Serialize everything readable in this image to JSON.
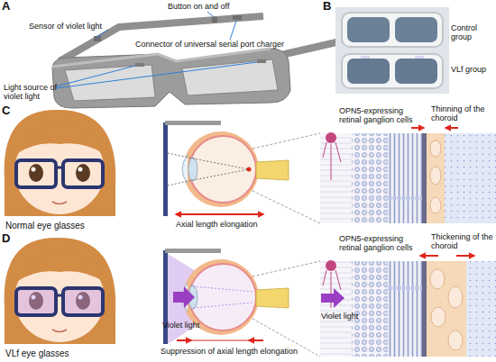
{
  "diagram": {
    "labels": [
      "A",
      "Button on and off",
      "Sensor of violet light",
      "Connector of universal serial port charger",
      "Light source of violet light",
      "B",
      "Control group",
      "VLf group",
      "C",
      "Normal eye glasses",
      "Axial length elongation",
      "OPN5-expressing retinal ganglion cells",
      "Thinning of the choroid",
      "D",
      "VLf eye glasses",
      "Violet light",
      "Suppression of axial length elongation",
      "OPN5-expressing retinal ganglion cells",
      "Violet light",
      "Thickening of the choroid"
    ]
  }
}
